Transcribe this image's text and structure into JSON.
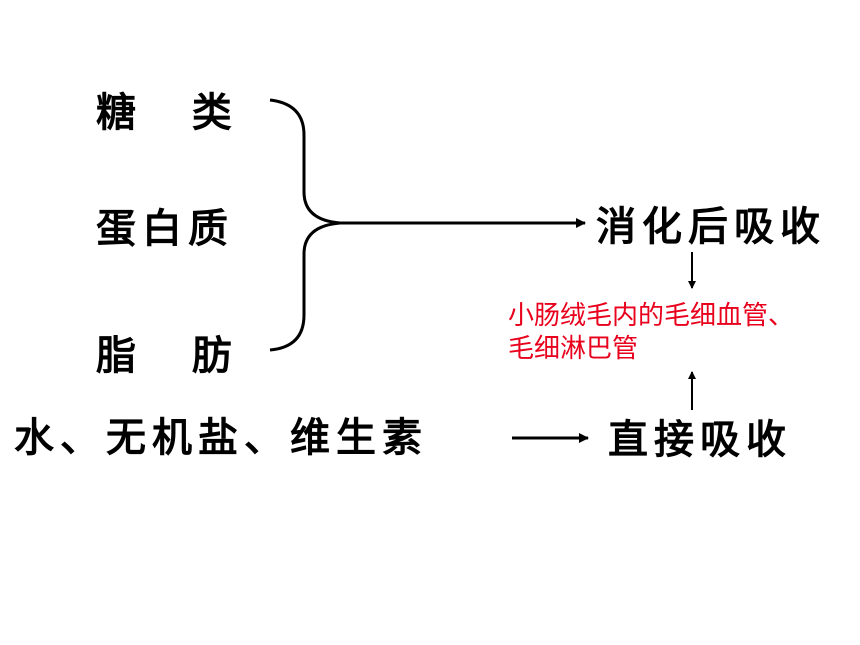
{
  "nutrients": {
    "sugar": "糖    类",
    "protein": "蛋白质",
    "fat": "脂    肪",
    "direct": "水、无机盐、维生素"
  },
  "outcomes": {
    "digest_absorb": "消化后吸收",
    "direct_absorb": "直接吸收"
  },
  "note": {
    "line1": "小肠绒毛内的毛细血管、",
    "line2": "毛细淋巴管"
  },
  "colors": {
    "text": "#000000",
    "note": "#e8001c",
    "background": "#ffffff"
  }
}
